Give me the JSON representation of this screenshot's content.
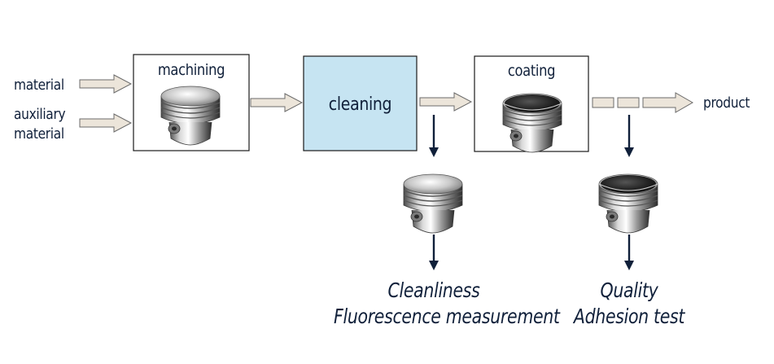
{
  "inputs": {
    "material": "material",
    "auxiliary_line1": "auxiliary",
    "auxiliary_line2": "material"
  },
  "steps": {
    "machining": "machining",
    "cleaning": "cleaning",
    "coating": "coating"
  },
  "output": {
    "product": "product"
  },
  "checks": {
    "cleaning_line1": "Cleanliness",
    "cleaning_line2": "Fluorescence measurement",
    "coating_line1": "Quality",
    "coating_line2": "Adhesion test"
  },
  "colors": {
    "text": "#10203a",
    "box_border": "#1a1a1a",
    "cleaning_fill": "#c6e4f2",
    "arrow_fill": "#ece5da",
    "arrow_stroke": "#6b6b6b",
    "down_arrow": "#10203a"
  },
  "icons": {
    "piston": "piston-icon",
    "coated_piston": "coated-piston-icon"
  }
}
